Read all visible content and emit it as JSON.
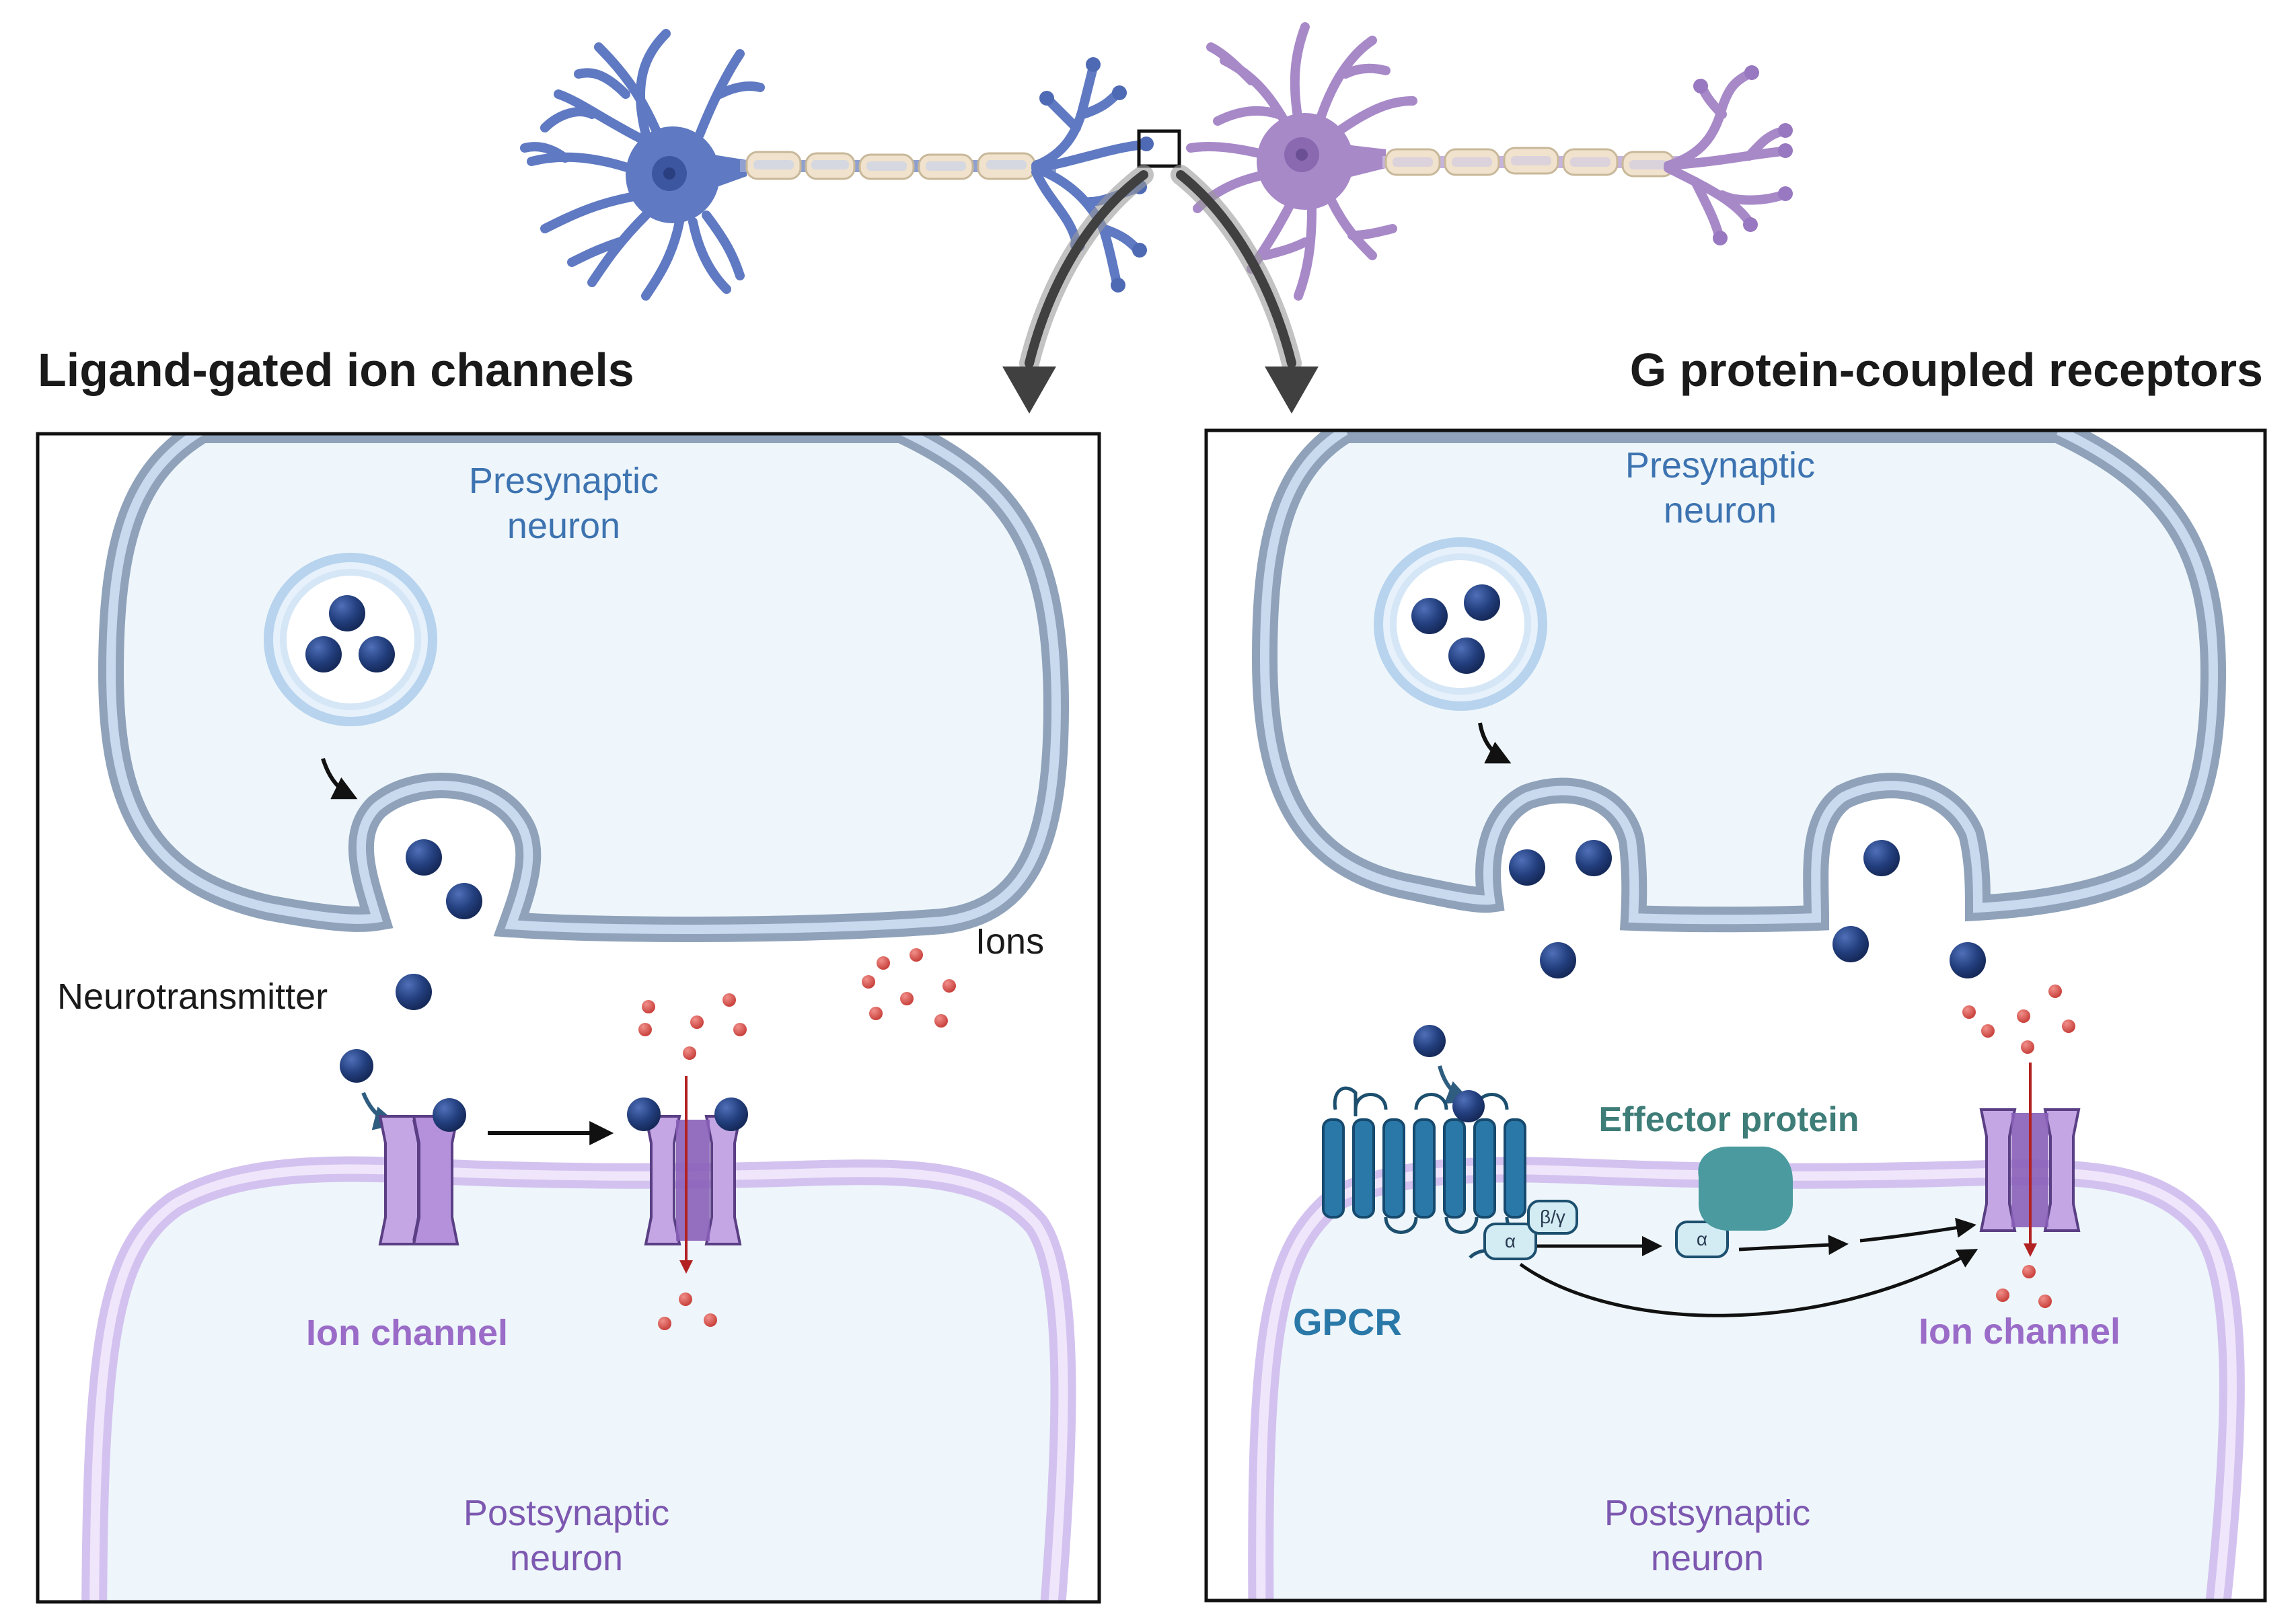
{
  "titles": {
    "left": "Ligand-gated ion channels",
    "right": "G protein-coupled receptors"
  },
  "left_panel": {
    "presynaptic": [
      "Presynaptic",
      "neuron"
    ],
    "postsynaptic": [
      "Postsynaptic",
      "neuron"
    ],
    "neurotransmitter": "Neurotransmitter",
    "ions": "Ions",
    "ion_channel": "Ion channel"
  },
  "right_panel": {
    "presynaptic": [
      "Presynaptic",
      "neuron"
    ],
    "postsynaptic": [
      "Postsynaptic",
      "neuron"
    ],
    "gpcr": "GPCR",
    "effector": "Effector protein",
    "ion_channel": "Ion channel",
    "alpha": "α",
    "beta_gamma": "β/γ"
  },
  "colors": {
    "presyn_fill": "#eef6fb",
    "presyn_membrane": "#8fa2ba",
    "presyn_membrane_inner": "#c9d9ee",
    "postsyn_membrane": "#d3c2ef",
    "neurotransmitter": "#233f7e",
    "ion": "#d9534f",
    "channel": "#b999dc",
    "gpcr": "#2a78a8",
    "effector": "#4a9a9f",
    "neuron_blue": "#5f79c2",
    "neuron_purple": "#a789c8"
  }
}
